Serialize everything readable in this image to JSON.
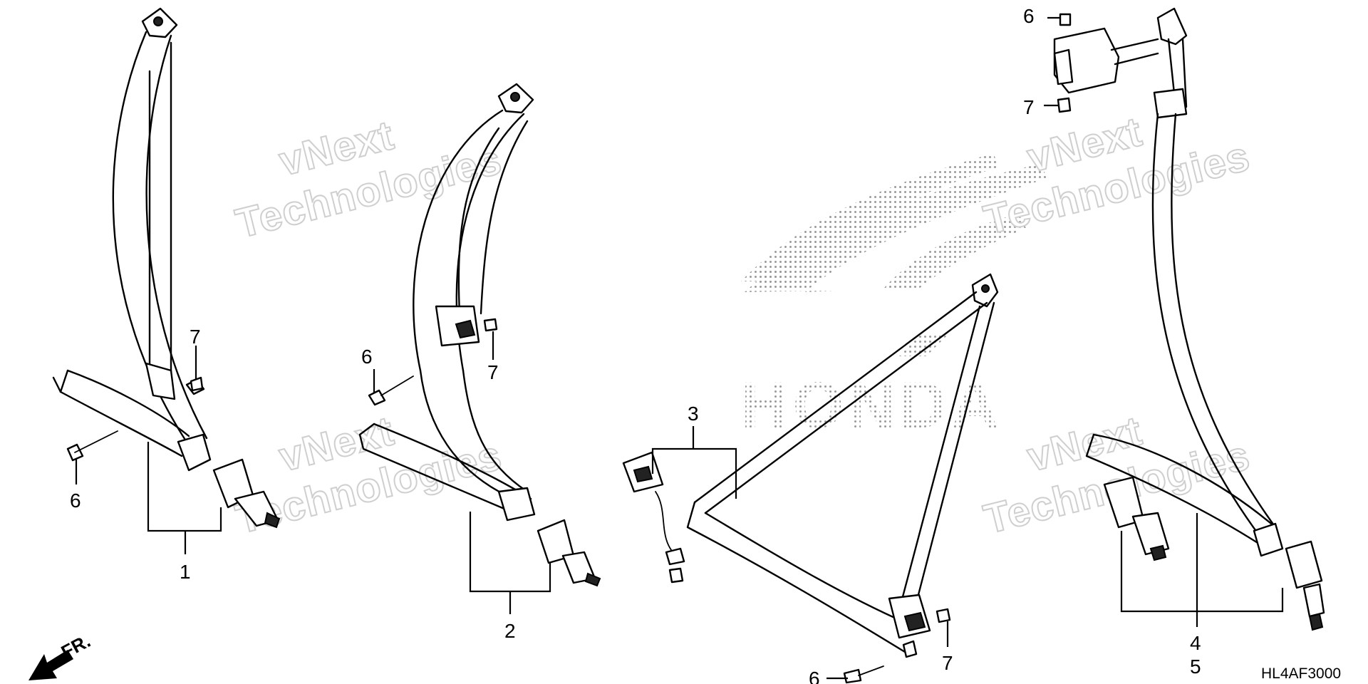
{
  "callouts": {
    "c1": "1",
    "c2": "2",
    "c3": "3",
    "c4": "4",
    "c5": "5",
    "c6a": "6",
    "c6b": "6",
    "c6c": "6",
    "c6d": "6",
    "c7a": "7",
    "c7b": "7",
    "c7c": "7",
    "c7d": "7"
  },
  "direction_label": "FR.",
  "drawing_code": "HL4AF3000",
  "watermark": {
    "line1": "vNext",
    "line2": "Technologies"
  },
  "background_logo": {
    "text": "HONDA"
  },
  "colors": {
    "line": "#000000",
    "background": "#ffffff",
    "watermark": "#cfcfcf",
    "logo_dots": "#9a9a9a"
  }
}
